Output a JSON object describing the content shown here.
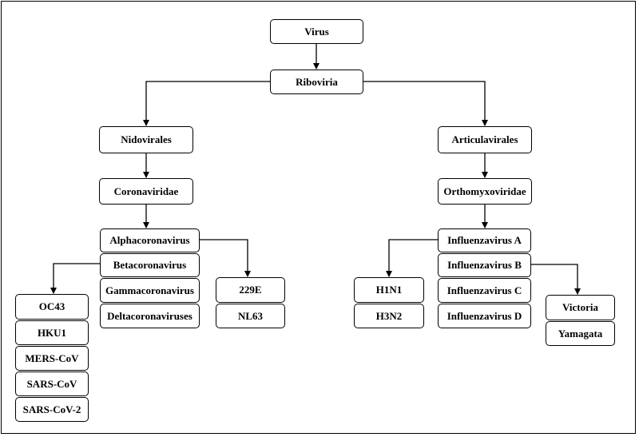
{
  "nodes": {
    "virus": "Virus",
    "riboviria": "Riboviria",
    "nidovirales": "Nidovirales",
    "articulavirales": "Articulavirales",
    "coronaviridae": "Coronaviridae",
    "orthomyxoviridae": "Orthomyxoviridae",
    "alphacoronavirus": "Alphacoronavirus",
    "betacoronavirus": "Betacoronavirus",
    "gammacoronavirus": "Gammacoronavirus",
    "deltacoronaviruses": "Deltacoronaviruses",
    "oc43": "OC43",
    "hku1": "HKU1",
    "mers_cov": "MERS-CoV",
    "sars_cov": "SARS-CoV",
    "sars_cov_2": "SARS-CoV-2",
    "e229": "229E",
    "nl63": "NL63",
    "influenzavirus_a": "Influenzavirus A",
    "influenzavirus_b": "Influenzavirus B",
    "influenzavirus_c": "Influenzavirus C",
    "influenzavirus_d": "Influenzavirus D",
    "h1n1": "H1N1",
    "h3n2": "H3N2",
    "victoria": "Victoria",
    "yamagata": "Yamagata"
  }
}
